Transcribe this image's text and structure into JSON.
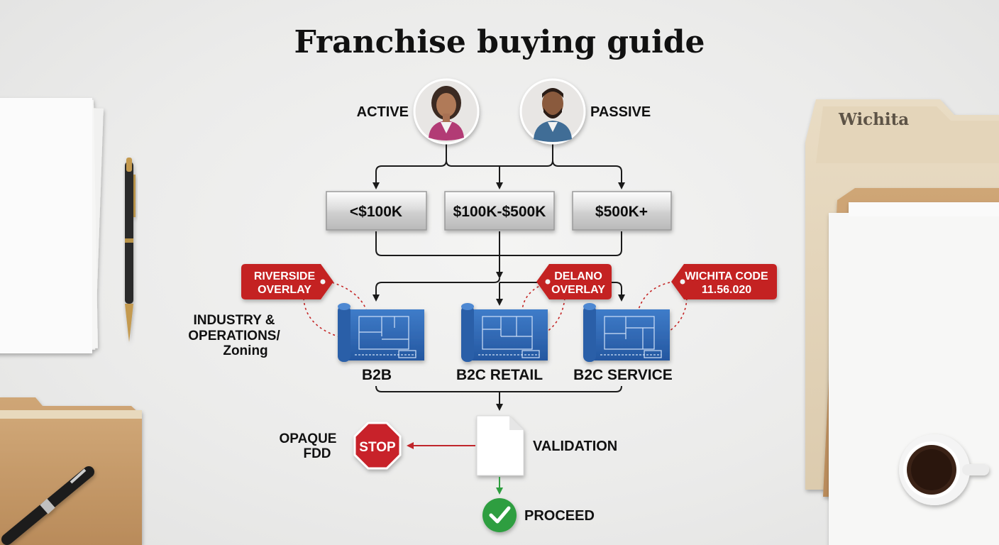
{
  "title": "Franchise buying guide",
  "investors": {
    "active_label": "ACTIVE",
    "passive_label": "PASSIVE"
  },
  "budgets": [
    "<$100K",
    "$100K-$500K",
    "$500K+"
  ],
  "tags": {
    "riverside": [
      "RIVERSIDE",
      "OVERLAY"
    ],
    "delano": [
      "DELANO",
      "OVERLAY"
    ],
    "wichita_code": [
      "WICHITA CODE",
      "11.56.020"
    ]
  },
  "industry_label": [
    "INDUSTRY &",
    "OPERATIONS/",
    "Zoning"
  ],
  "segments": [
    "B2B",
    "B2C RETAIL",
    "B2C SERVICE"
  ],
  "validation_label": "VALIDATION",
  "stop": {
    "sign_text": "STOP",
    "label": [
      "OPAQUE",
      "FDD"
    ]
  },
  "proceed_label": "PROCEED",
  "folder_tab_label": "Wichita",
  "colors": {
    "tag_red": "#c42424",
    "stop_red": "#c8232a",
    "proceed_green": "#2e9e3f",
    "blueprint_blue": "#2f67b5",
    "kraft": "#c79b6b"
  }
}
